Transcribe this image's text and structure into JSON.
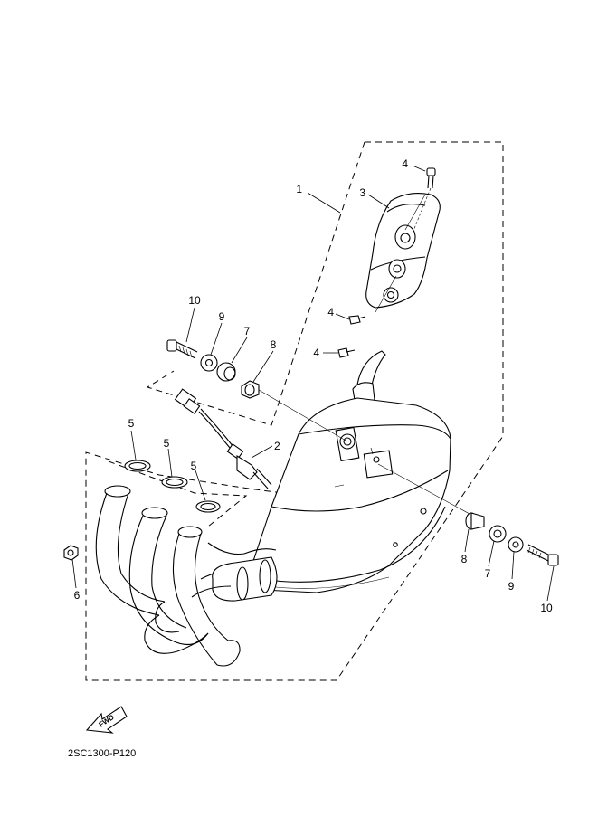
{
  "diagram": {
    "code": "2SC1300-P120",
    "fwd_label": "FWD",
    "callouts": {
      "c1": "1",
      "c2": "2",
      "c3": "3",
      "c4a": "4",
      "c4b": "4",
      "c4c": "4",
      "c5a": "5",
      "c5b": "5",
      "c5c": "5",
      "c6": "6",
      "c7l": "7",
      "c7r": "7",
      "c8l": "8",
      "c8r": "8",
      "c9l": "9",
      "c9r": "9",
      "c10l": "10",
      "c10r": "10"
    }
  }
}
